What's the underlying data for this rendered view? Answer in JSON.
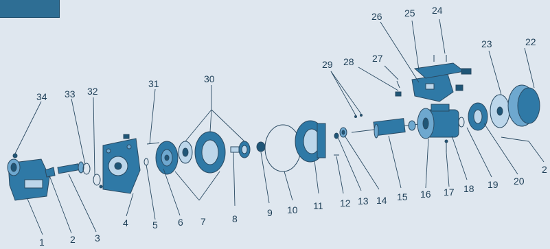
{
  "labels": [
    "1",
    "2",
    "3",
    "4",
    "5",
    "6",
    "7",
    "8",
    "9",
    "10",
    "11",
    "12",
    "13",
    "14",
    "15",
    "16",
    "17",
    "18",
    "19",
    "20",
    "2",
    "22",
    "23",
    "24",
    "25",
    "26",
    "27",
    "28",
    "29",
    "30",
    "31",
    "32",
    "33",
    "34"
  ],
  "colors": {
    "background": "#dfe7ef",
    "tab": "#2e6e94",
    "part_blue": "#2f79a6",
    "part_light": "#6ea8cf",
    "label": "#1e3f57"
  }
}
